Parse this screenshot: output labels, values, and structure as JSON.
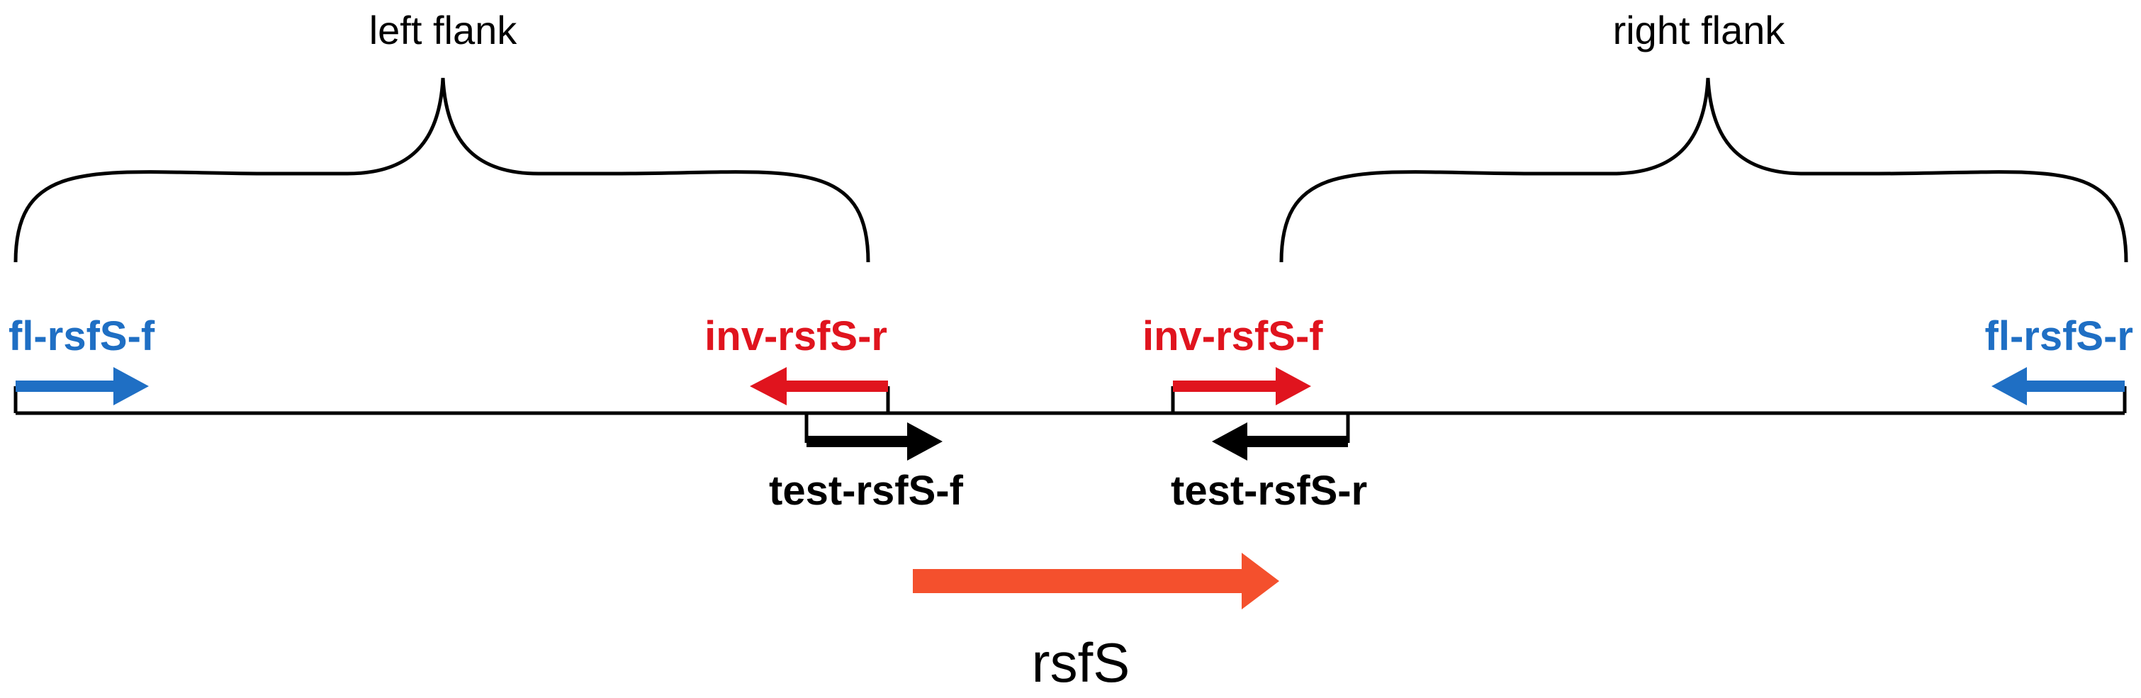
{
  "flanks": {
    "left": "left flank",
    "right": "right flank"
  },
  "primers": {
    "fl_f": "fl-rsfS-f",
    "fl_r": "fl-rsfS-r",
    "inv_r": "inv-rsfS-r",
    "inv_f": "inv-rsfS-f",
    "test_f": "test-rsfS-f",
    "test_r": "test-rsfS-r"
  },
  "gene": {
    "name": "rsfS"
  },
  "colors": {
    "fl_primer": "#1f6fc4",
    "inv_primer": "#e0141e",
    "test_primer": "#000000",
    "gene_arrow": "#f4502d",
    "line": "#000000"
  }
}
